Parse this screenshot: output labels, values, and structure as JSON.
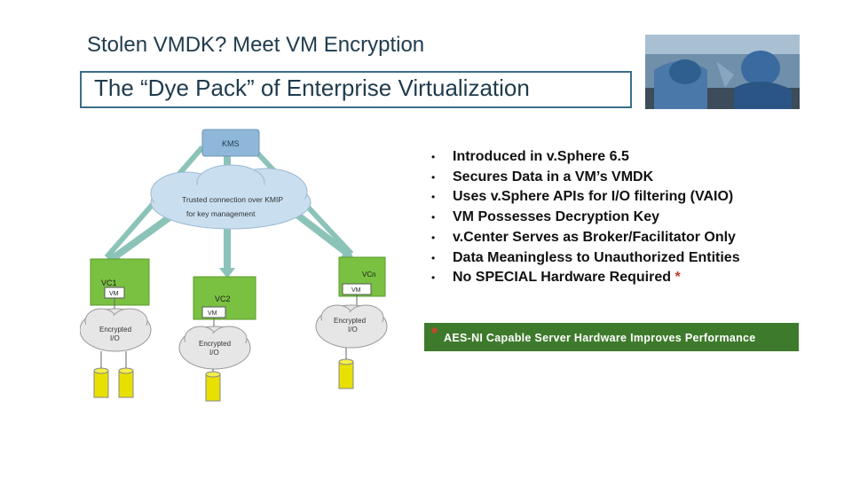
{
  "slide": {
    "title": "Stolen VMDK? Meet VM Encryption",
    "subtitle": "The “Dye Pack” of Enterprise Virtualization"
  },
  "diagram": {
    "kms_label": "KMS",
    "cloud_label_line1": "Trusted connection over KMIP",
    "cloud_label_line2": "for key management",
    "vcenters": [
      {
        "label": "VC1",
        "vm_label": "VM",
        "io_line1": "Encrypted",
        "io_line2": "I/O"
      },
      {
        "label": "VC2",
        "vm_label": "VM",
        "io_line1": "Encrypted",
        "io_line2": "I/O"
      },
      {
        "label": "VCn",
        "vm_label": "VM",
        "io_line1": "Encrypted",
        "io_line2": "I/O"
      }
    ]
  },
  "bullets": [
    {
      "text": "Introduced in v.Sphere 6.5"
    },
    {
      "text": "Secures Data in a VM’s VMDK"
    },
    {
      "text": "Uses v.Sphere APIs for I/O filtering (VAIO)"
    },
    {
      "text": "VM Possesses Decryption Key"
    },
    {
      "text": "v.Center Serves as Broker/Facilitator Only"
    },
    {
      "text": "Data Meaningless to Unauthorized Entities"
    },
    {
      "text": "No SPECIAL Hardware Required",
      "suffix": "*"
    }
  ],
  "note": {
    "marker": "*",
    "text": "AES-NI Capable Server Hardware Improves Performance"
  },
  "colors": {
    "title": "#1f3b4d",
    "box_border": "#3b6e8a",
    "note_bg": "#3e7a2c",
    "note_star": "#e23b2b",
    "vc_green": "#7ac142",
    "cloud": "#c9dff0",
    "kms": "#8fb7d9",
    "disk": "#e8e000"
  },
  "bullet_marker": "•"
}
